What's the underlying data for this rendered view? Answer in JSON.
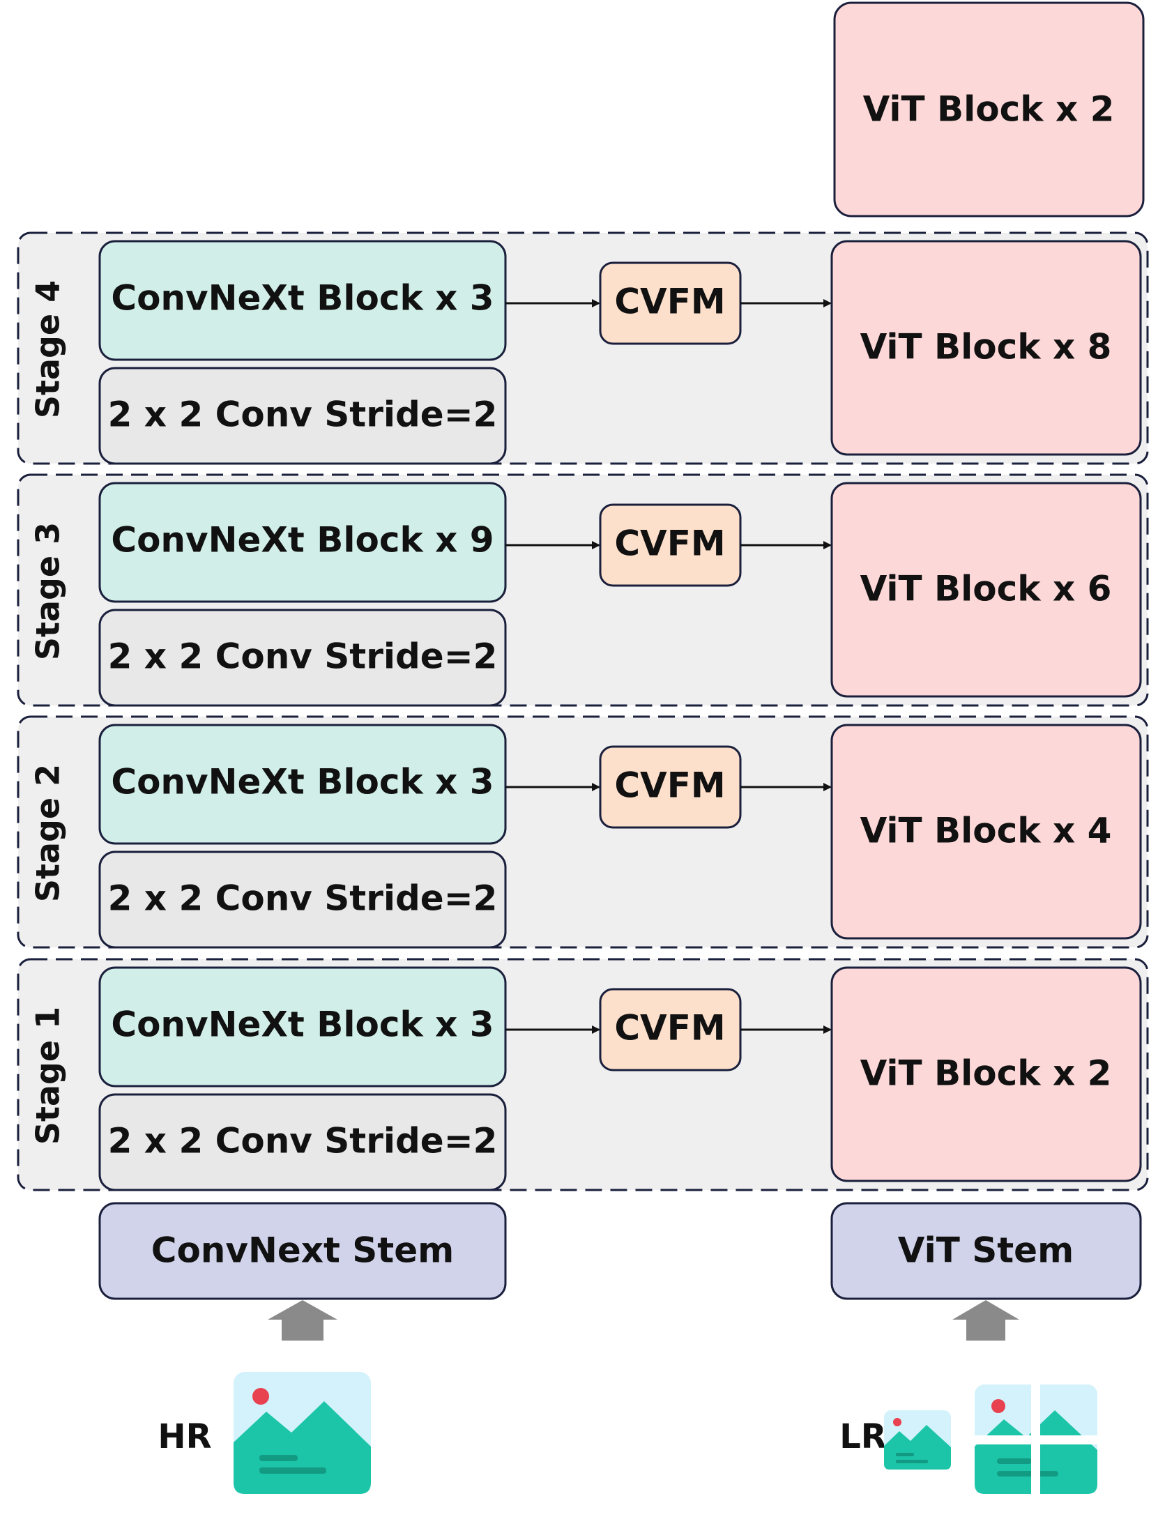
{
  "top_vit": {
    "label": "ViT Block x 2"
  },
  "stages": [
    {
      "label": "Stage 4",
      "convnext": "ConvNeXt Block x 3",
      "downsample": "2 x 2 Conv Stride=2",
      "fusion": "CVFM",
      "vit": "ViT Block x 8"
    },
    {
      "label": "Stage 3",
      "convnext": "ConvNeXt Block x 9",
      "downsample": "2 x 2 Conv Stride=2",
      "fusion": "CVFM",
      "vit": "ViT Block x 6"
    },
    {
      "label": "Stage 2",
      "convnext": "ConvNeXt Block x 3",
      "downsample": "2 x 2 Conv Stride=2",
      "fusion": "CVFM",
      "vit": "ViT Block x 4"
    },
    {
      "label": "Stage 1",
      "convnext": "ConvNeXt Block x 3",
      "downsample": "2 x 2 Conv Stride=2",
      "fusion": "CVFM",
      "vit": "ViT Block x 2"
    }
  ],
  "stems": {
    "convnext": "ConvNext Stem",
    "vit": "ViT Stem"
  },
  "inputs": {
    "hr": "HR",
    "lr": "LR"
  },
  "colors": {
    "convnext_block": "#d1efe8",
    "conv_downsample": "#e8e8e8",
    "cvfm": "#fde0cb",
    "vit_block": "#fdd8d8",
    "stem": "#d1d3eb",
    "stage_bg": "#efefef",
    "border": "#1a1f3c",
    "arrow_up": "#8a8a8a",
    "image_sky": "#d3f2fb",
    "image_hill": "#1cc5a8",
    "image_sun": "#e8414f"
  },
  "icons": {
    "hr_image": "image-icon",
    "lr_image": "image-icon",
    "lr_patches": "image-patches-icon"
  }
}
